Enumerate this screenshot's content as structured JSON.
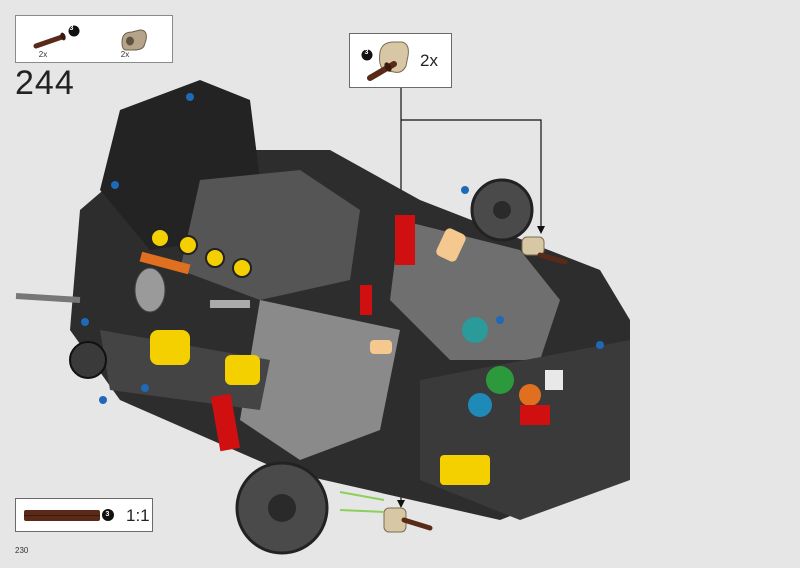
{
  "step": {
    "number": "244"
  },
  "parts_list": {
    "items": [
      {
        "name": "axle-pin-with-stop",
        "quantity": "2x",
        "length_badge": "3",
        "color": "#5a2a18"
      },
      {
        "name": "beam-connector-tan",
        "quantity": "2x",
        "color": "#b5a48a"
      }
    ]
  },
  "callout": {
    "quantity": "2x",
    "length_badge": "3"
  },
  "scale": {
    "label": "1:1",
    "length_badge": "3"
  },
  "page": {
    "number": "230"
  },
  "colors": {
    "background": "#e6e6e6",
    "frame": "#3a3a3a",
    "accent_yellow": "#f5d000",
    "accent_red": "#d01010",
    "accent_blue": "#1e6ab8",
    "accent_green": "#2c9a3c"
  }
}
